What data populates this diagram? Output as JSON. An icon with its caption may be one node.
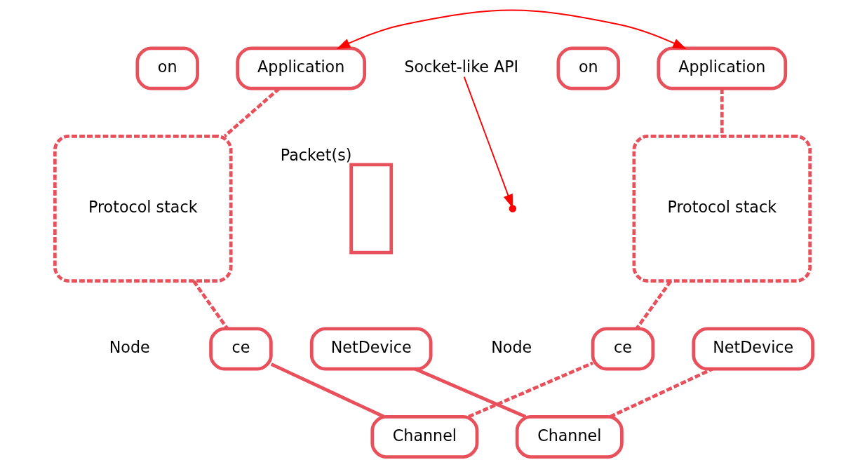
{
  "diagram": {
    "nodes": [
      {
        "text": [
          "on"
        ]
      },
      {
        "text": [
          "Application"
        ]
      },
      {
        "text": [
          "Protocol stack"
        ]
      },
      {
        "text": [
          "ce"
        ]
      },
      {
        "text": [
          "NetDevice"
        ]
      },
      {
        "text": [],
        "shape": "box",
        "beside": [
          "Packet(s)"
        ]
      },
      {
        "text": [
          "Channel"
        ]
      },
      {
        "text": [
          "Channel"
        ]
      },
      {
        "text": [
          "on"
        ]
      },
      {
        "text": [
          "Application"
        ]
      },
      {
        "text": [
          "Protocol stack"
        ]
      },
      {
        "text": [
          "ce"
        ]
      },
      {
        "text": [
          "NetDevice"
        ]
      },
      {
        "text": [
          "Socket-like API"
        ]
      }
    ],
    "edges": [
      {
        "from": 1,
        "to": 2,
        "arrow": "none",
        "style": "dashed"
      },
      {
        "from": 2,
        "to": 3,
        "arrow": "none",
        "style": "dashed"
      },
      {
        "from": 3,
        "to": 6,
        "arrow": "none"
      },
      {
        "from": 4,
        "to": 7,
        "arrow": "none"
      },
      {
        "from": 6,
        "to": 11,
        "arrow": "none",
        "style": "dashed"
      },
      {
        "from": 7,
        "to": 12,
        "arrow": "none",
        "style": "dashed"
      },
      {
        "from": 9,
        "to": 10,
        "arrow": "none",
        "style": "dashed"
      },
      {
        "from": 10,
        "to": 11,
        "arrow": "none",
        "style": "dashed"
      },
      {
        "from": 1,
        "to": 9,
        "arrow": "both",
        "color": "#ff0000"
      },
      {
        "from": 13,
        "to": null,
        "arrow": "to",
        "color": "#ff0000"
      }
    ],
    "labels": [
      "Node",
      "Node"
    ]
  }
}
